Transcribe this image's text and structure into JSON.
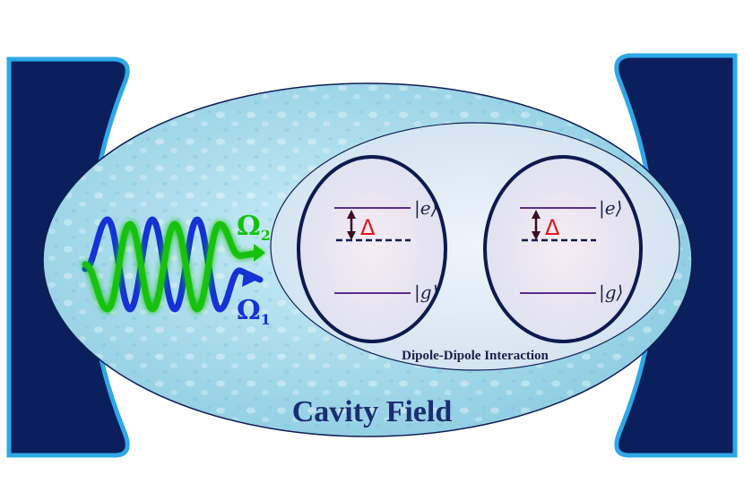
{
  "cavity": {
    "label": "Cavity Field"
  },
  "interaction": {
    "label": "Dipole-Dipole Interaction"
  },
  "fields": [
    {
      "symbol": "Ω",
      "subscript": "2",
      "color": "#12c20a"
    },
    {
      "symbol": "Ω",
      "subscript": "1",
      "color": "#1432d6"
    }
  ],
  "atoms": [
    {
      "excited_label": "|e⟩",
      "ground_label": "|g⟩",
      "detuning_label": "Δ"
    },
    {
      "excited_label": "|e⟩",
      "ground_label": "|g⟩",
      "detuning_label": "Δ"
    }
  ],
  "colors": {
    "mirror_fill": "#0b1f5c",
    "mirror_edge": "#2ea8e8",
    "cavity_fill": "#a9d9ea",
    "inner_fill": "#d8e7f3",
    "atom_border": "#0d1a4f",
    "level_line": "#5a2d8c",
    "detuning_color": "#e3161b"
  }
}
